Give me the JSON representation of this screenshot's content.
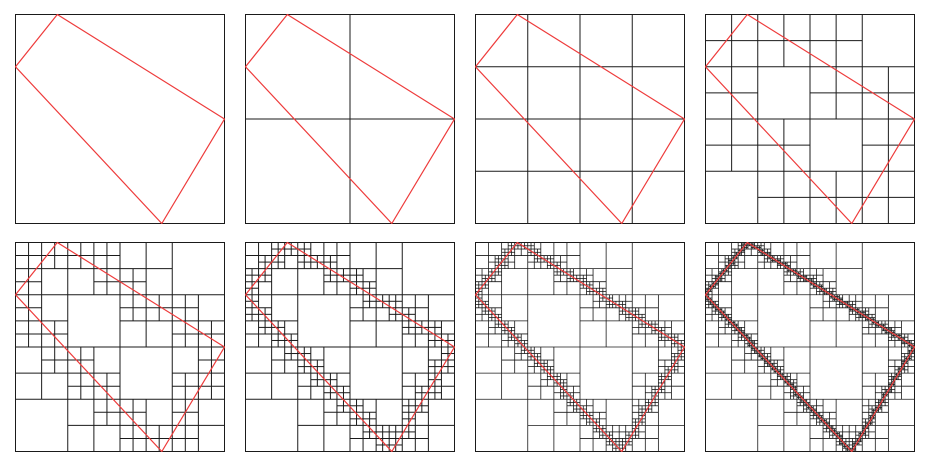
{
  "figure": {
    "description_visible_text": "",
    "colors": {
      "background": "#ffffff",
      "grid_line": "#1a1a1a",
      "shape_outline": "#ee3b3b"
    },
    "shape": {
      "kind": "quadrilateral",
      "vertices_unit": [
        [
          0.2,
          0.0
        ],
        [
          1.0,
          0.5
        ],
        [
          0.7,
          1.0
        ],
        [
          0.0,
          0.25
        ]
      ]
    },
    "panels": [
      {
        "id": "panel-1",
        "subdivision_depth": 0
      },
      {
        "id": "panel-2",
        "subdivision_depth": 1
      },
      {
        "id": "panel-3",
        "subdivision_depth": 2
      },
      {
        "id": "panel-4",
        "subdivision_depth": 3
      },
      {
        "id": "panel-5",
        "subdivision_depth": 4
      },
      {
        "id": "panel-6",
        "subdivision_depth": 5
      },
      {
        "id": "panel-7",
        "subdivision_depth": 6
      },
      {
        "id": "panel-8",
        "subdivision_depth": 7
      }
    ]
  }
}
